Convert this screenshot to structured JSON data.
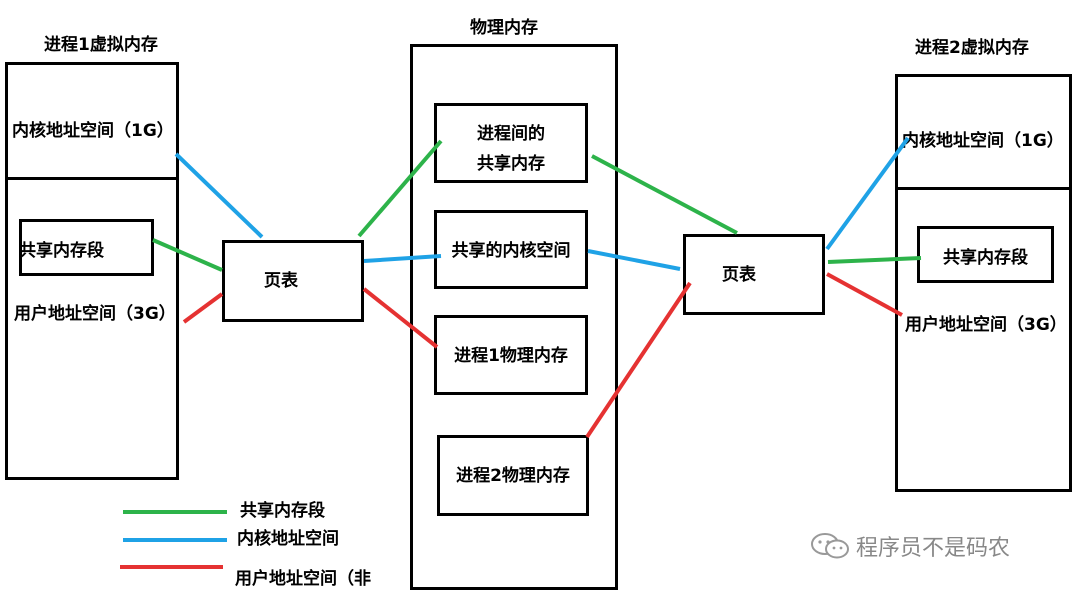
{
  "proc1": {
    "title": "进程1虚拟内存",
    "kernel_space": "内核地址空间（1G）",
    "shared_segment": "共享内存段",
    "user_space": "用户地址空间（3G）"
  },
  "physical": {
    "title": "物理内存",
    "ipc_shared_line1": "进程间的",
    "ipc_shared_line2": "共享内存",
    "shared_kernel": "共享的内核空间",
    "proc1_phys": "进程1物理内存",
    "proc2_phys": "进程2物理内存"
  },
  "page_table_left": "页表",
  "page_table_right": "页表",
  "proc2": {
    "title": "进程2虚拟内存",
    "kernel_space": "内核地址空间（1G）",
    "shared_segment": "共享内存段",
    "user_space": "用户地址空间（3G）"
  },
  "legend": {
    "shared": "共享内存段",
    "kernel": "内核地址空间",
    "user": "用户地址空间（非"
  },
  "watermark": "程序员不是码农",
  "colors": {
    "shared": "#2db34a",
    "kernel": "#1fa2e6",
    "user": "#e53232"
  }
}
